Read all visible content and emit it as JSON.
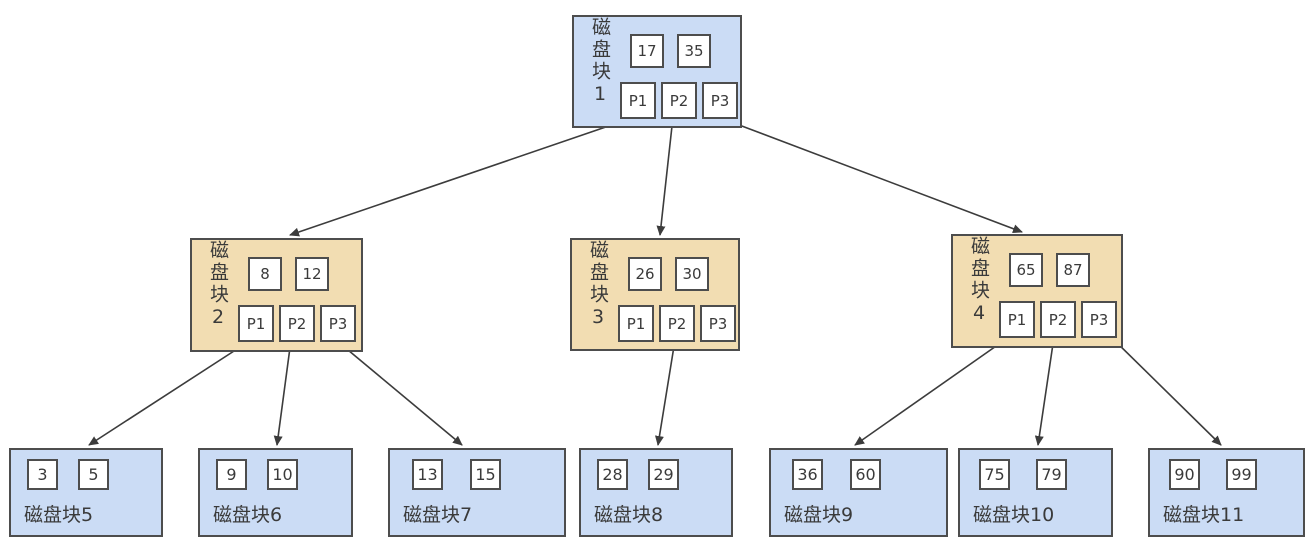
{
  "diagram": {
    "type": "b-tree-index",
    "description": "磁盘块 B-tree index structure with three levels",
    "colors": {
      "root_leaf_fill": "#cbdcf5",
      "internal_fill": "#f2ddb2",
      "border": "#4d4d4d",
      "cell_fill": "#ffffff",
      "arrow": "#3c3c3c",
      "text": "#3a3a3a"
    }
  },
  "blocks": {
    "b1": {
      "label": "磁盘块1",
      "keys": [
        "17",
        "35"
      ],
      "pointers": [
        "P1",
        "P2",
        "P3"
      ]
    },
    "b2": {
      "label": "磁盘块2",
      "keys": [
        "8",
        "12"
      ],
      "pointers": [
        "P1",
        "P2",
        "P3"
      ]
    },
    "b3": {
      "label": "磁盘块3",
      "keys": [
        "26",
        "30"
      ],
      "pointers": [
        "P1",
        "P2",
        "P3"
      ]
    },
    "b4": {
      "label": "磁盘块4",
      "keys": [
        "65",
        "87"
      ],
      "pointers": [
        "P1",
        "P2",
        "P3"
      ]
    },
    "b5": {
      "label": "磁盘块5",
      "keys": [
        "3",
        "5"
      ]
    },
    "b6": {
      "label": "磁盘块6",
      "keys": [
        "9",
        "10"
      ]
    },
    "b7": {
      "label": "磁盘块7",
      "keys": [
        "13",
        "15"
      ]
    },
    "b8": {
      "label": "磁盘块8",
      "keys": [
        "28",
        "29"
      ]
    },
    "b9": {
      "label": "磁盘块9",
      "keys": [
        "36",
        "60"
      ]
    },
    "b10": {
      "label": "磁盘块10",
      "keys": [
        "75",
        "79"
      ]
    },
    "b11": {
      "label": "磁盘块11",
      "keys": [
        "90",
        "99"
      ]
    }
  },
  "edges": [
    {
      "from": "磁盘块1.P1",
      "to": "磁盘块2"
    },
    {
      "from": "磁盘块1.P2",
      "to": "磁盘块3"
    },
    {
      "from": "磁盘块1.P3",
      "to": "磁盘块4"
    },
    {
      "from": "磁盘块2.P1",
      "to": "磁盘块5"
    },
    {
      "from": "磁盘块2.P2",
      "to": "磁盘块6"
    },
    {
      "from": "磁盘块2.P3",
      "to": "磁盘块7"
    },
    {
      "from": "磁盘块3.P2",
      "to": "磁盘块8"
    },
    {
      "from": "磁盘块4.P1",
      "to": "磁盘块9"
    },
    {
      "from": "磁盘块4.P2",
      "to": "磁盘块10"
    },
    {
      "from": "磁盘块4.P3",
      "to": "磁盘块11"
    }
  ]
}
